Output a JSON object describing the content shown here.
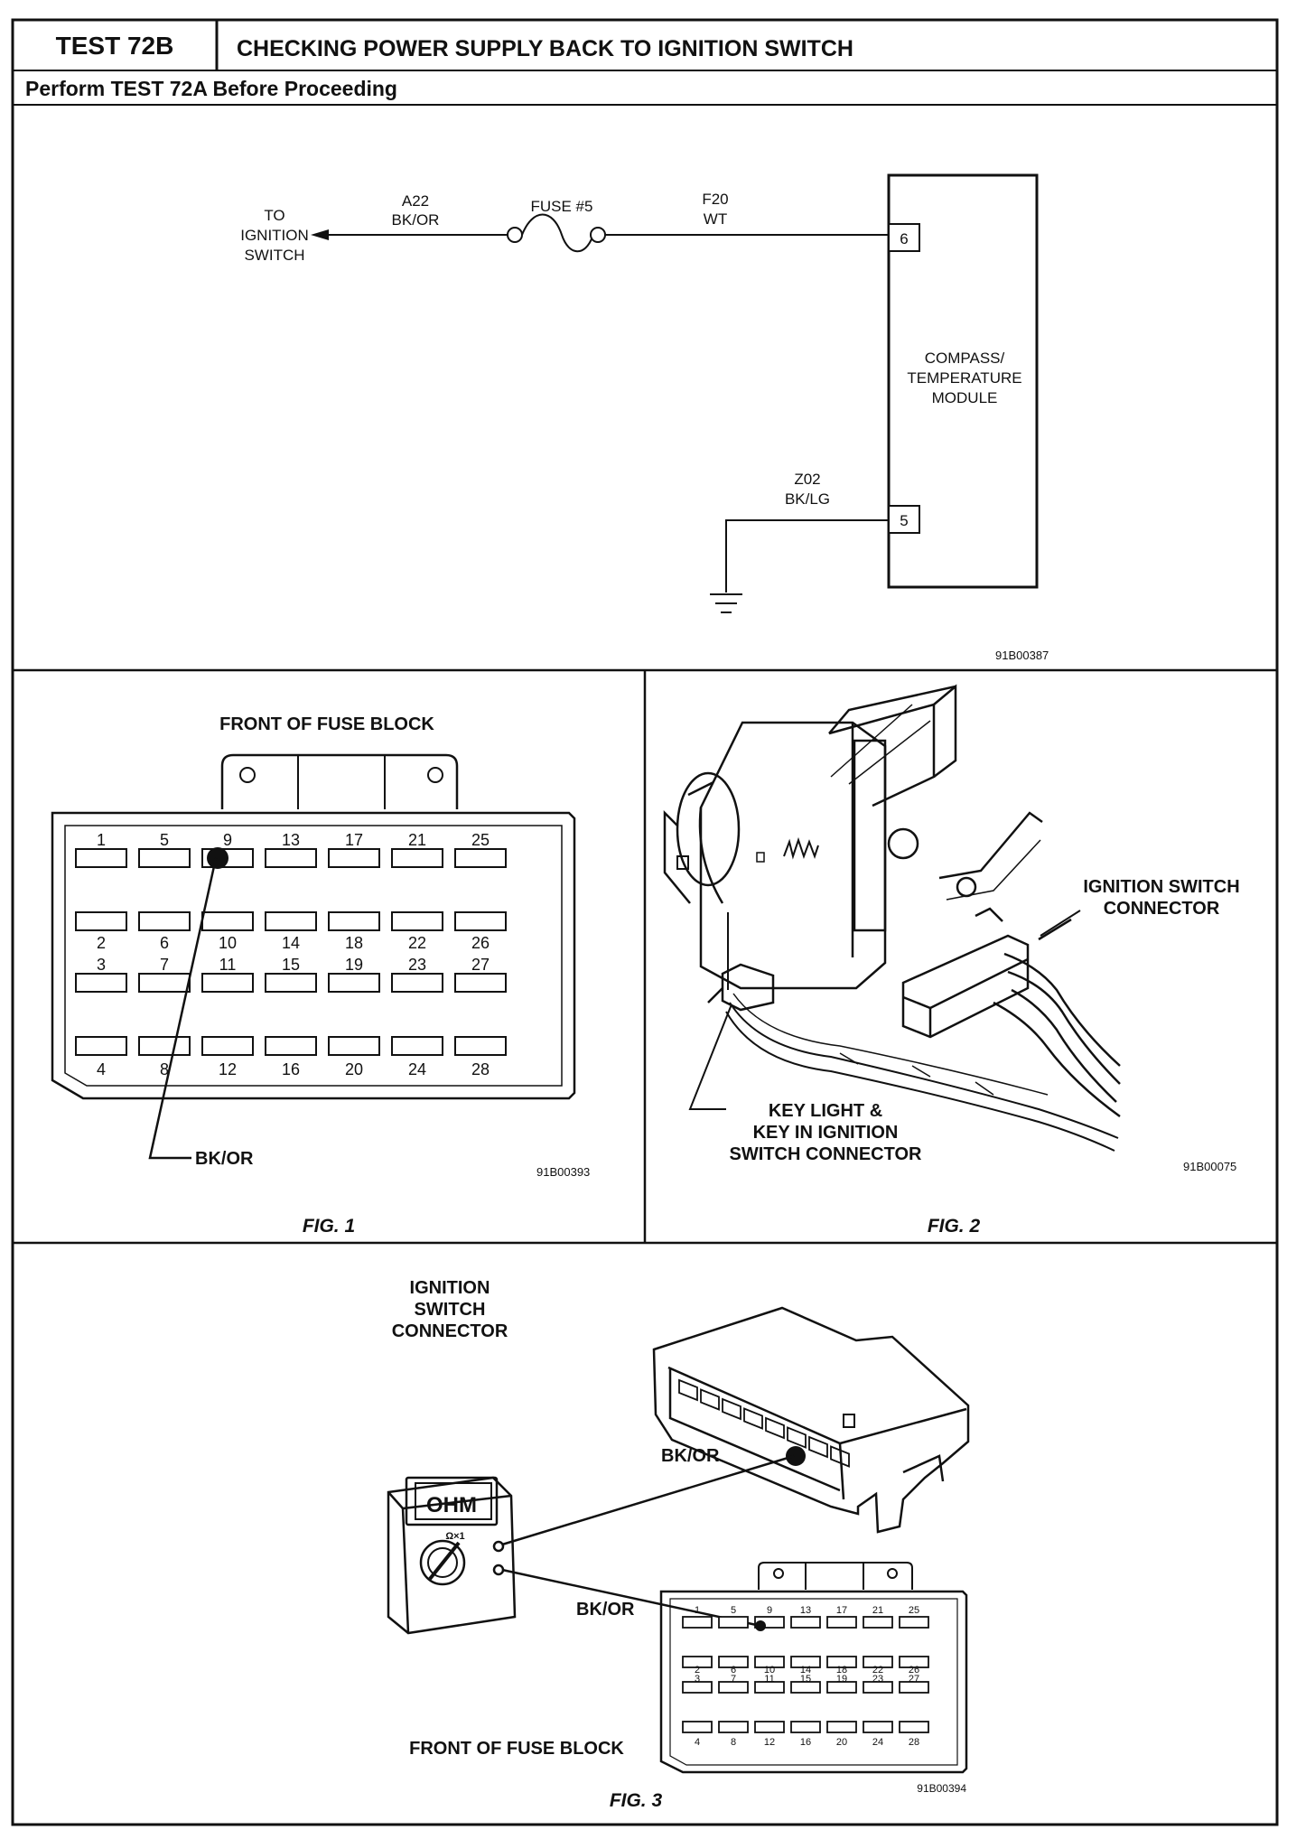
{
  "header": {
    "test_id": "TEST 72B",
    "title": "CHECKING POWER SUPPLY BACK TO IGNITION SWITCH",
    "prereq": "Perform TEST 72A Before Proceeding"
  },
  "schematic": {
    "to_label": [
      "TO",
      "IGNITION",
      "SWITCH"
    ],
    "wire_a": {
      "circuit": "A22",
      "color": "BK/OR"
    },
    "fuse_label": "FUSE #5",
    "wire_f": {
      "circuit": "F20",
      "color": "WT"
    },
    "wire_z": {
      "circuit": "Z02",
      "color": "BK/LG"
    },
    "module_label": [
      "COMPASS/",
      "TEMPERATURE",
      "MODULE"
    ],
    "pin_top": "6",
    "pin_bottom": "5",
    "code": "91B00387"
  },
  "fig1": {
    "title": "FRONT OF FUSE BLOCK",
    "numbers": [
      "1",
      "2",
      "3",
      "4",
      "5",
      "6",
      "7",
      "8",
      "9",
      "10",
      "11",
      "12",
      "13",
      "14",
      "15",
      "16",
      "17",
      "18",
      "19",
      "20",
      "21",
      "22",
      "23",
      "24",
      "25",
      "26",
      "27",
      "28"
    ],
    "wire_label": "BK/OR",
    "code": "91B00393",
    "caption": "FIG. 1"
  },
  "fig2": {
    "connector_label": [
      "IGNITION SWITCH",
      "CONNECTOR"
    ],
    "key_label": [
      "KEY LIGHT &",
      "KEY IN IGNITION",
      "SWITCH CONNECTOR"
    ],
    "code": "91B00075",
    "caption": "FIG. 2"
  },
  "fig3": {
    "connector_label": [
      "IGNITION",
      "SWITCH",
      "CONNECTOR"
    ],
    "meter_display": "OHM",
    "meter_range": "Ω×1",
    "wire_label_1": "BK/OR",
    "wire_label_2": "BK/OR",
    "fuse_label": "FRONT OF FUSE BLOCK",
    "code": "91B00394",
    "caption": "FIG. 3"
  }
}
